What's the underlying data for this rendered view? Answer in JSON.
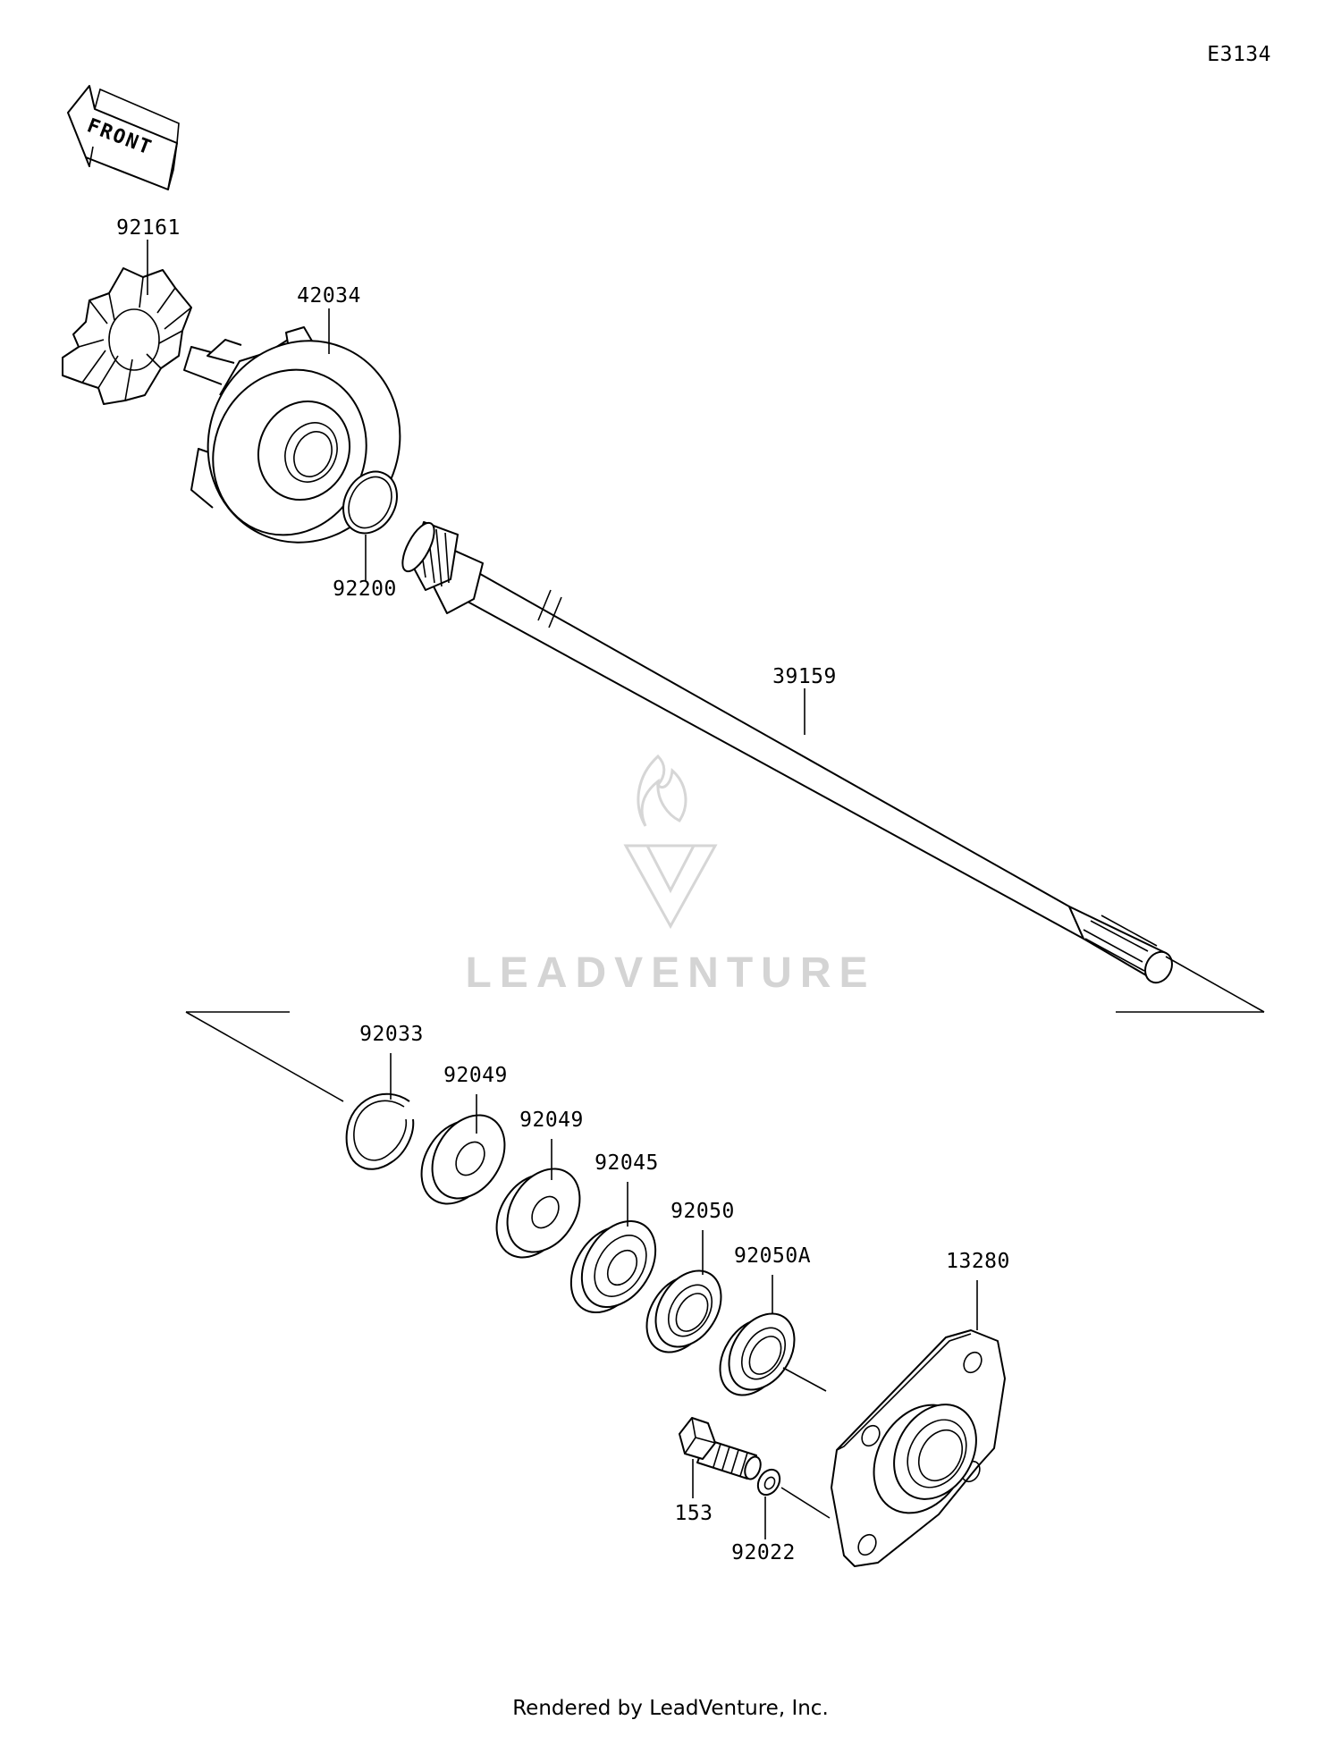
{
  "diagram": {
    "diagram_code": "E3134",
    "front_label": "FRONT",
    "watermark_text": "LEADVENTURE",
    "footer_text": "Rendered by LeadVenture, Inc.",
    "parts": {
      "p92161": "92161",
      "p42034": "42034",
      "p92200": "92200",
      "p39159": "39159",
      "p92033": "92033",
      "p92049a": "92049",
      "p92049b": "92049",
      "p92045": "92045",
      "p92050": "92050",
      "p92050A": "92050A",
      "p13280": "13280",
      "p153": "153",
      "p92022": "92022"
    }
  }
}
